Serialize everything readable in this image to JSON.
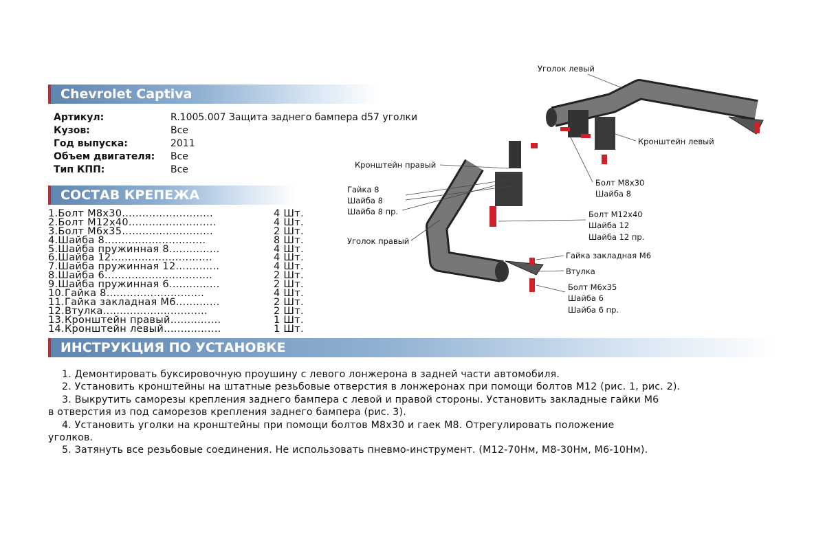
{
  "header": {
    "title": "Chevrolet Captiva"
  },
  "info": [
    {
      "label": "Артикул:",
      "value": "R.1005.007 Защита заднего бампера d57 уголки"
    },
    {
      "label": "Кузов:",
      "value": "Все"
    },
    {
      "label": "Год выпуска:",
      "value": "2011"
    },
    {
      "label": "Объем двигателя:",
      "value": "Все"
    },
    {
      "label": "Тип КПП:",
      "value": "Все"
    }
  ],
  "parts_section": {
    "title": "СОСТАВ КРЕПЕЖА",
    "items": [
      {
        "name": "1.Болт М8х30...........................",
        "qty": "4 Шт."
      },
      {
        "name": "2.Болт М12х40..........................",
        "qty": "4 Шт."
      },
      {
        "name": "3.Болт М6х35...........................",
        "qty": "2 Шт."
      },
      {
        "name": "4.Шайба 8..............................",
        "qty": "8 Шт."
      },
      {
        "name": "5.Шайба пружинная 8...............",
        "qty": "4 Шт."
      },
      {
        "name": "6.Шайба 12..............................",
        "qty": "4 Шт."
      },
      {
        "name": "7.Шайба пружинная 12.............",
        "qty": "4 Шт."
      },
      {
        "name": "8.Шайба 6................................",
        "qty": "2 Шт."
      },
      {
        "name": "9.Шайба пружинная 6...............",
        "qty": "2 Шт."
      },
      {
        "name": "10.Гайка 8.............................",
        "qty": "4 Шт."
      },
      {
        "name": "11.Гайка закладная М6.............",
        "qty": "2 Шт."
      },
      {
        "name": "12.Втулка...............................",
        "qty": "2 Шт."
      },
      {
        "name": "13.Кронштейн правый...............",
        "qty": "1 Шт."
      },
      {
        "name": "14.Кронштейн левый.................",
        "qty": "1 Шт."
      }
    ]
  },
  "instructions": {
    "title": "ИНСТРУКЦИЯ ПО УСТАНОВКЕ",
    "lines": [
      "1. Демонтировать буксировочную проушину с левого лонжерона в задней части автомобиля.",
      "2. Установить кронштейны на штатные резьбовые отверстия в лонжеронах при помощи болтов М12 (рис. 1, рис. 2).",
      "3. Выкрутить саморезы крепления заднего бампера с левой и правой стороны. Установить закладные гайки М6",
      "в отверстия из под саморезов крепления заднего бампера (рис. 3).",
      "4. Установить уголки на кронштейны при помощи болтов М8х30 и гаек М8. Отрегулировать положение",
      "уголков.",
      "5. Затянуть все резьбовые соединения. Не использовать пневмо-инструмент. (М12-70Нм, М8-30Нм, М6-10Нм)."
    ]
  },
  "diagram": {
    "labels": {
      "corner_left": "Уголок левый",
      "bracket_left": "Кронштейн левый",
      "bracket_right": "Кронштейн правый",
      "nut8": "Гайка 8",
      "washer8": "Шайба 8",
      "washer8s": "Шайба 8 пр.",
      "corner_right": "Уголок правый",
      "bolt_m8": "Болт М8х30",
      "washer8b": "Шайба 8",
      "bolt_m12": "Болт М12х40",
      "washer12": "Шайба 12",
      "washer12s": "Шайба 12 пр.",
      "insert_nut": "Гайка закладная М6",
      "bushing": "Втулка",
      "bolt_m6": "Болт М6х35",
      "washer6": "Шайба 6",
      "washer6s": "Шайба 6 пр."
    }
  },
  "colors": {
    "accent": "#b0303a",
    "bar": "#5f86b0",
    "bolt": "#d0202a"
  }
}
